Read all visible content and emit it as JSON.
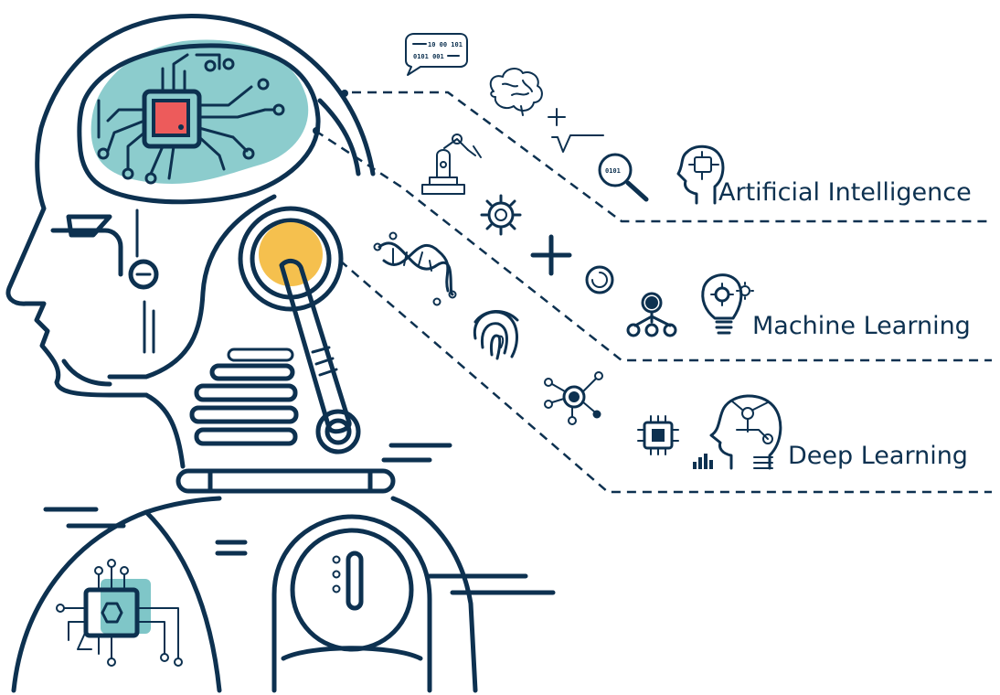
{
  "labels": {
    "ai": "Artificial Intelligence",
    "ml": "Machine Learning",
    "dl": "Deep Learning"
  },
  "speech_bubble": {
    "line1": "10 00 101",
    "line2": "0101 001"
  },
  "magnifier_text": "0101",
  "icons": [
    "brain-icon",
    "speech-bubble-icon",
    "robot-arm-icon",
    "gear-icon",
    "plus-icon",
    "sqrt-icon",
    "magnifier-icon",
    "ai-head-icon",
    "dna-icon",
    "fingerprint-icon",
    "circle-target-icon",
    "hierarchy-icon",
    "lightbulb-gears-icon",
    "network-node-icon",
    "chip-icon",
    "bar-chart-icon",
    "deep-learning-head-icon"
  ],
  "colors": {
    "ink": "#0d3150",
    "teal": "#7fc6c8",
    "red": "#ed5b5b",
    "yellow": "#f5c04e"
  }
}
